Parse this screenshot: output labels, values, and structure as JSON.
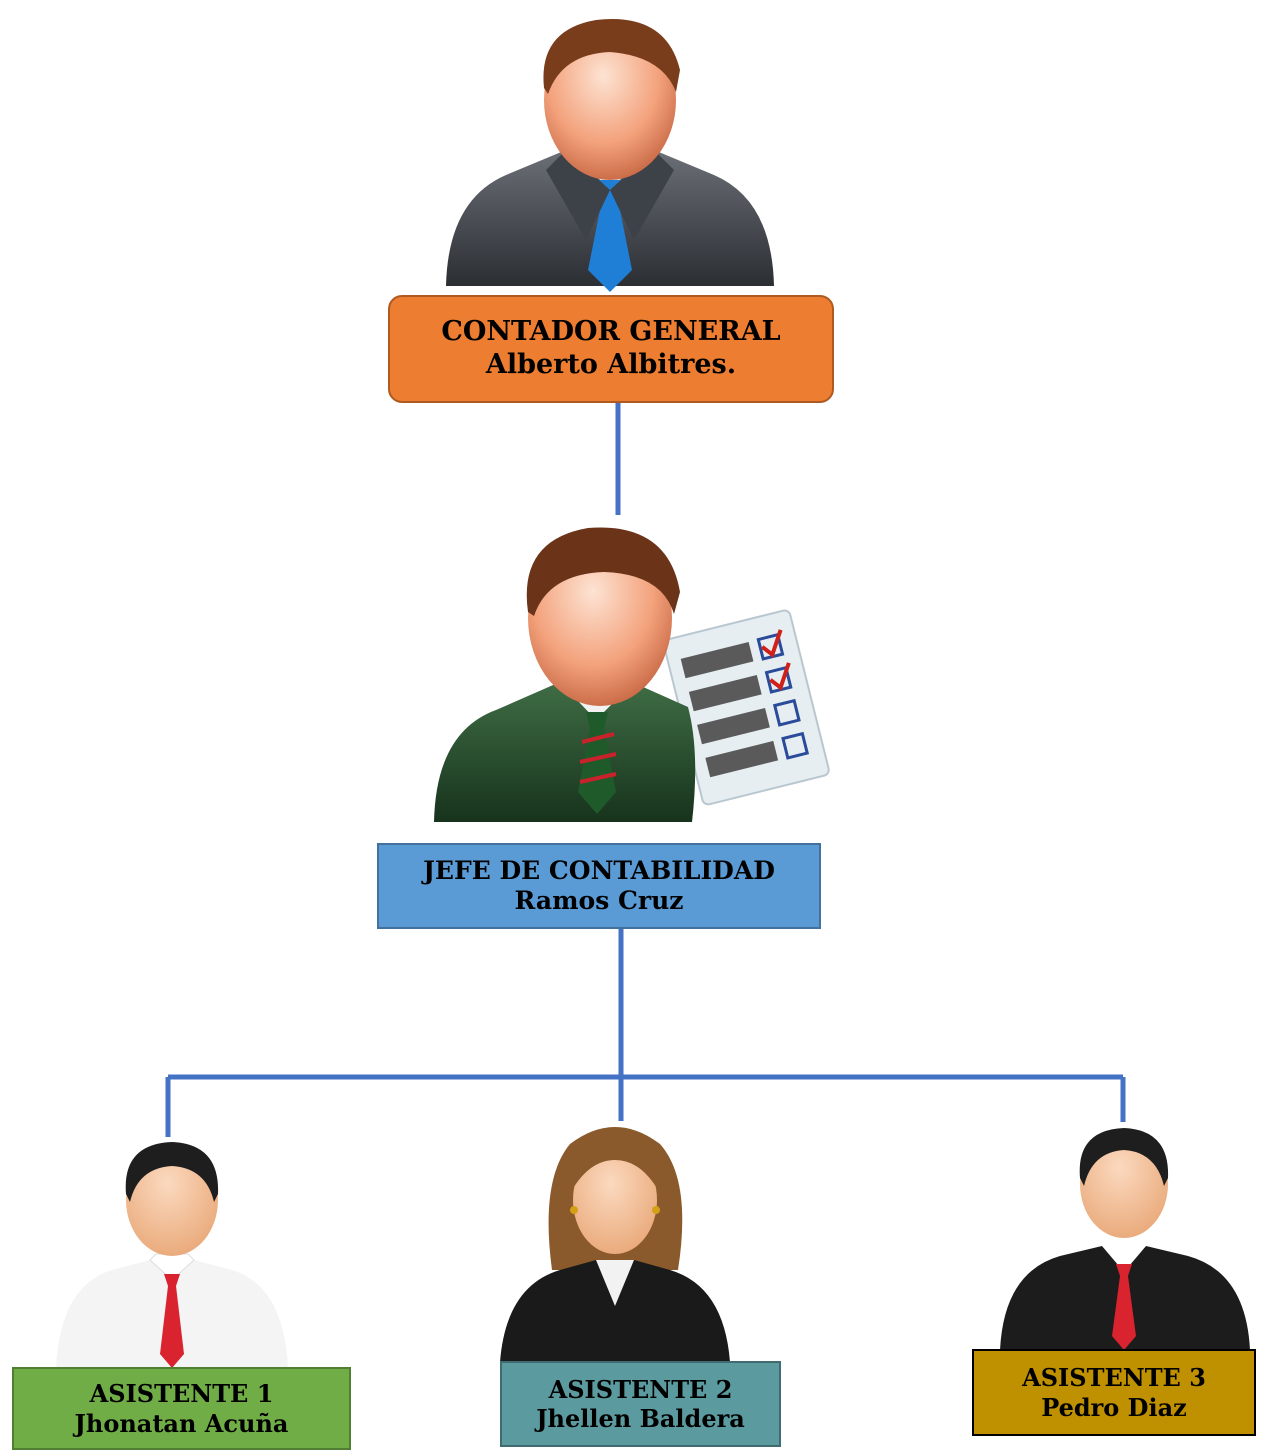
{
  "nodes": {
    "contador": {
      "role": "CONTADOR GENERAL",
      "name": "Alberto Albitres."
    },
    "jefe": {
      "role": "JEFE DE CONTABILIDAD",
      "name": "Ramos Cruz"
    },
    "asistente1": {
      "role": "ASISTENTE 1",
      "name": "Jhonatan Acuña"
    },
    "asistente2": {
      "role": "ASISTENTE 2",
      "name": "Jhellen Baldera"
    },
    "asistente3": {
      "role": "ASISTENTE 3",
      "name": "Pedro Diaz"
    }
  },
  "colors": {
    "connector": "#4472C4",
    "contador_box": "#ED7D31",
    "jefe_box": "#5B9BD5",
    "asistente1_box": "#70AD47",
    "asistente2_box": "#5B9A9E",
    "asistente3_box": "#BF9000"
  },
  "icons": {
    "contador": "businessman-blue-tie-icon",
    "jefe": "manager-checklist-icon",
    "asistente1": "man-white-shirt-icon",
    "asistente2": "businesswoman-icon",
    "asistente3": "man-black-suit-icon"
  }
}
